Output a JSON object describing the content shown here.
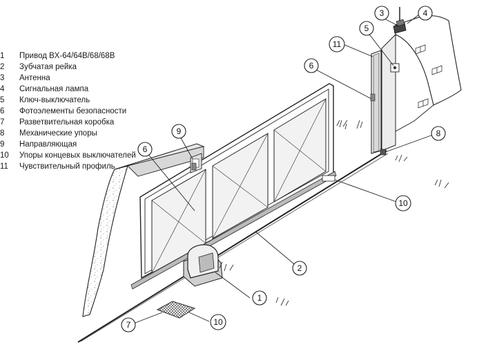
{
  "legend": [
    {
      "num": "1",
      "text": "Привод BX-64/64B/68/68B"
    },
    {
      "num": "2",
      "text": "Зубчатая рейка"
    },
    {
      "num": "3",
      "text": "Антенна"
    },
    {
      "num": "4",
      "text": "Сигнальная лампа"
    },
    {
      "num": "5",
      "text": "Ключ-выключатель"
    },
    {
      "num": "6",
      "text": "Фотоэлементы безопасности"
    },
    {
      "num": "7",
      "text": "Разветвительная коробка"
    },
    {
      "num": "8",
      "text": "Механические упоры"
    },
    {
      "num": "9",
      "text": "Направляющая"
    },
    {
      "num": "10",
      "text": "Упоры концевых выключателей"
    },
    {
      "num": "11",
      "text": "Чувствительный профиль"
    }
  ],
  "callouts": {
    "c1": "1",
    "c2": "2",
    "c3": "3",
    "c4": "4",
    "c5": "5",
    "c6a": "6",
    "c6b": "6",
    "c7": "7",
    "c8": "8",
    "c9": "9",
    "c10a": "10",
    "c10b": "10",
    "c11": "11"
  }
}
